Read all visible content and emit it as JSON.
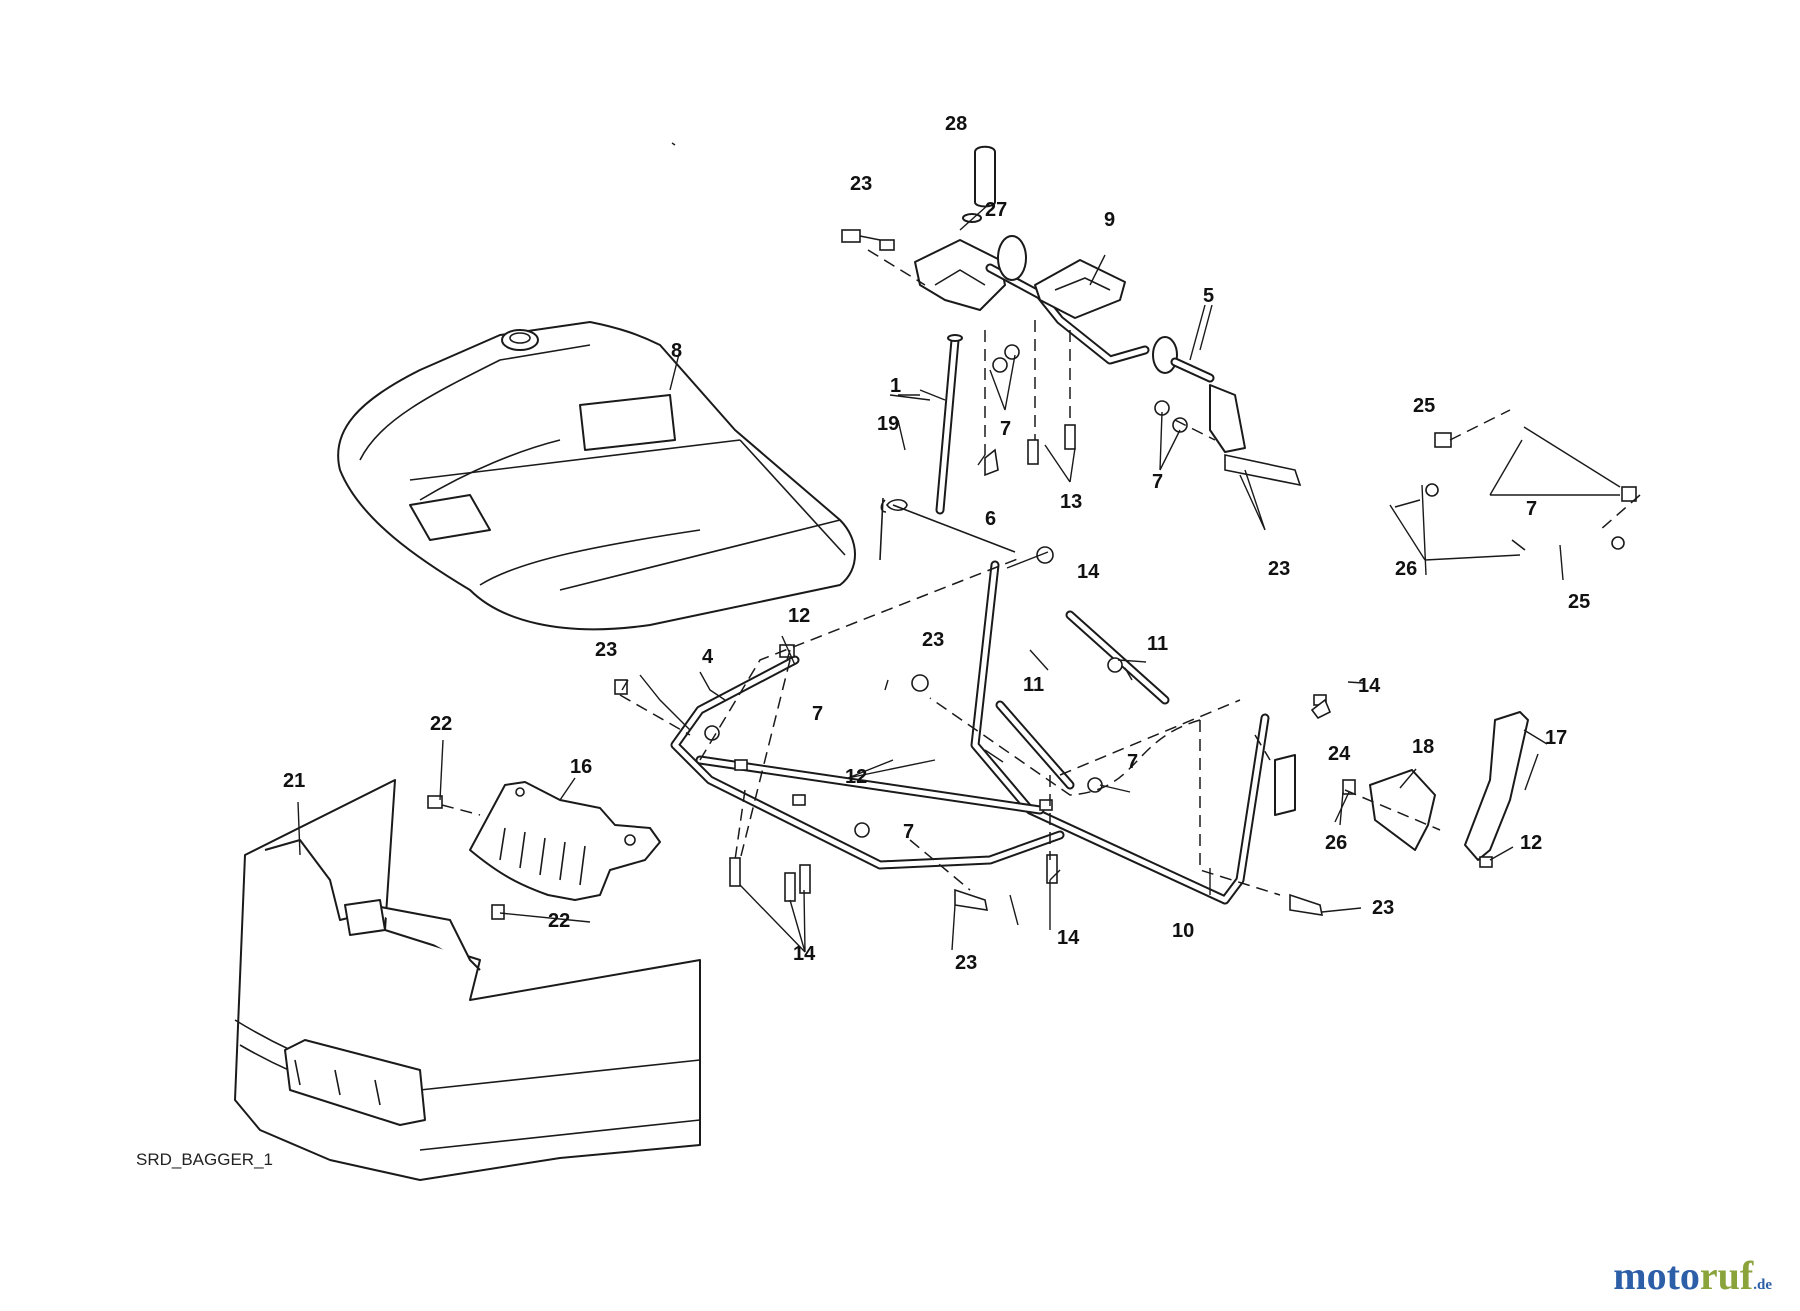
{
  "diagram": {
    "reference_code": "SRD_BAGGER_1",
    "callouts": [
      "1",
      "4",
      "5",
      "6",
      "7",
      "8",
      "9",
      "10",
      "11",
      "12",
      "13",
      "14",
      "16",
      "17",
      "18",
      "19",
      "21",
      "22",
      "23",
      "24",
      "25",
      "26",
      "27",
      "28"
    ]
  },
  "watermark": {
    "part1": "moto",
    "part2": "ruf",
    "part3": ".de",
    "colors": {
      "blue": "#2d5ea8",
      "green": "#8aa33b"
    }
  }
}
